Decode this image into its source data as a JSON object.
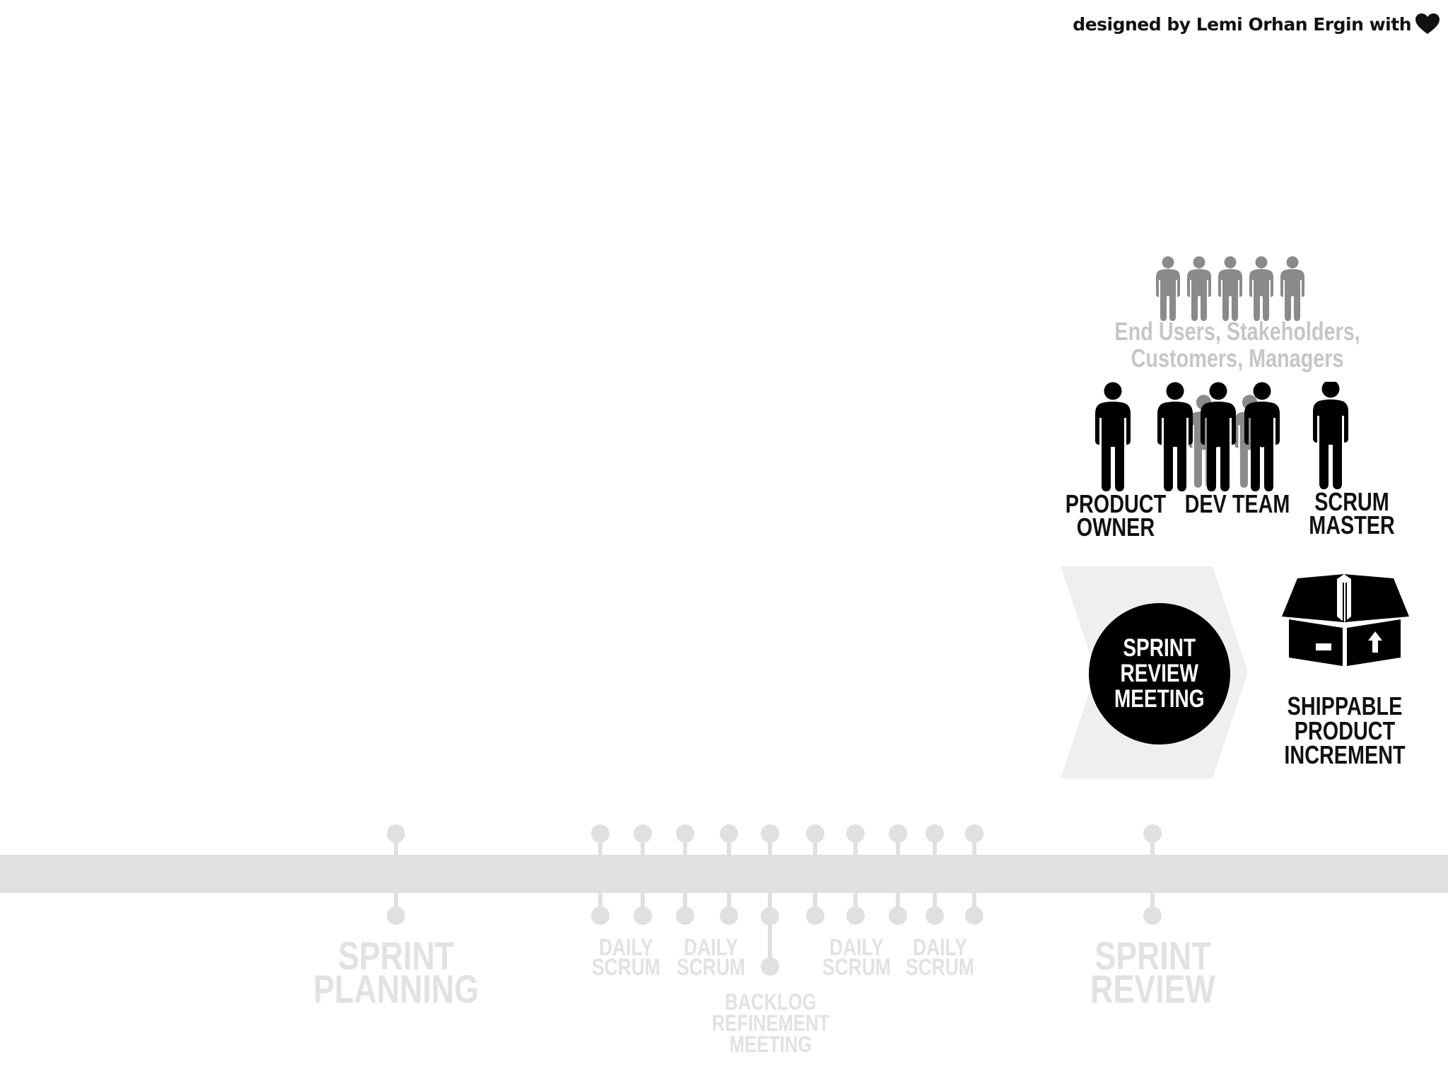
{
  "credit": {
    "text": "designed by Lemi Orhan Ergin with",
    "heart_icon": "heart-icon"
  },
  "stakeholders": {
    "line1": "End Users, Stakeholders,",
    "line2": "Customers, Managers",
    "icon": "person-icon",
    "count": 5
  },
  "roles": {
    "product_owner": {
      "line1": "PRODUCT",
      "line2": "OWNER"
    },
    "dev_team": {
      "line1": "DEV TEAM"
    },
    "scrum_master": {
      "line1": "SCRUM",
      "line2": "MASTER"
    }
  },
  "meeting": {
    "line1": "SPRINT",
    "line2": "REVIEW",
    "line3": "MEETING"
  },
  "increment": {
    "line1": "SHIPPABLE",
    "line2": "PRODUCT",
    "line3": "INCREMENT",
    "icon": "open-box-icon"
  },
  "timeline": {
    "planning": {
      "line1": "SPRINT",
      "line2": "PLANNING"
    },
    "review": {
      "line1": "SPRINT",
      "line2": "REVIEW"
    },
    "daily_scrum": {
      "line1": "DAILY",
      "line2": "SCRUM"
    },
    "backlog": {
      "line1": "BACKLOG",
      "line2": "REFINEMENT",
      "line3": "MEETING"
    }
  },
  "colors": {
    "ink": "#000000",
    "faded": "#e2e2e2",
    "stakeholder_grey": "#8a8a8a",
    "chevron": "#efefef",
    "bar": "#e0e0e0"
  }
}
